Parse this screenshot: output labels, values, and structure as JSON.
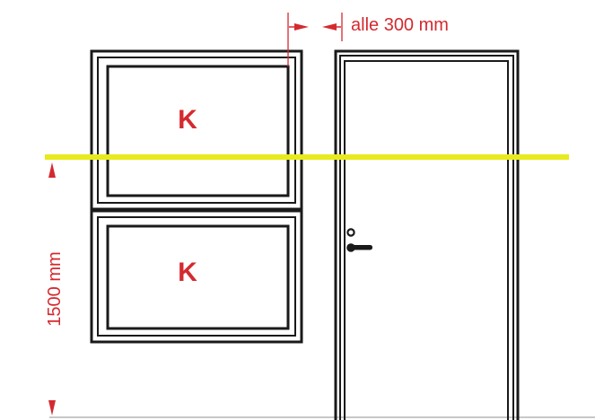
{
  "labels": {
    "window_top": "K",
    "window_bottom": "K",
    "spacing": "alle 300 mm",
    "height": "1500 mm"
  },
  "colors": {
    "outline": "#1a1a1a",
    "accent": "#d42a2f",
    "height_line": "#e8ea1c",
    "floor": "#c8c8c8",
    "background": "#ffffff"
  },
  "icons": {
    "door_handle": "door-handle-icon",
    "keyhole": "keyhole-icon"
  }
}
